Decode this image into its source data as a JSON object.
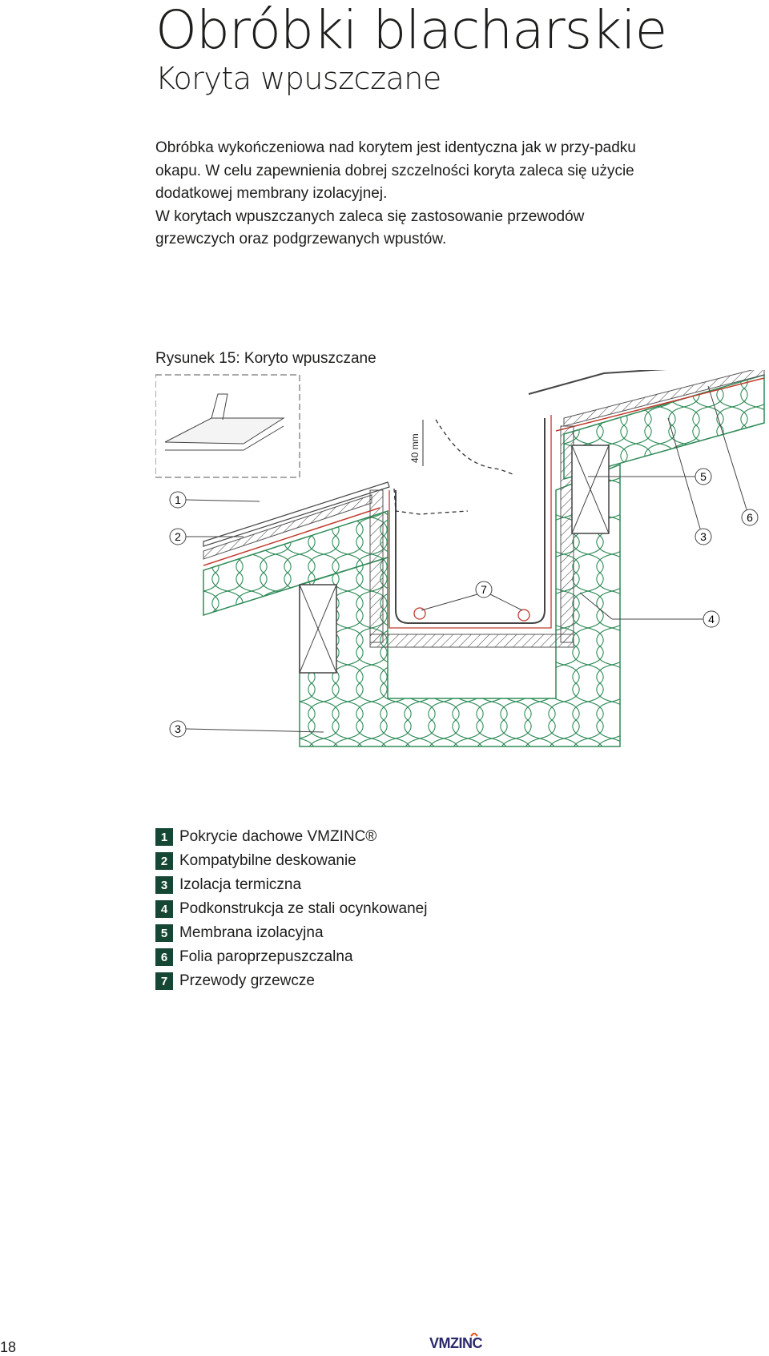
{
  "page": {
    "title": "Obróbki blacharskie",
    "subtitle": "Koryta wpuszczane",
    "paragraphs": [
      "Obróbka wykończeniowa nad korytem jest identyczna jak w przy-padku okapu. W celu zapewnienia dobrej szczelności koryta zaleca się użycie dodatkowej membrany izolacyjnej.",
      "W korytach wpuszczanych zaleca się zastosowanie przewodów grzewczych oraz podgrzewanych wpustów."
    ],
    "figure_caption": "Rysunek 15: Koryto wpuszczane",
    "page_number": "18",
    "logo_text": "VMZINC"
  },
  "diagram": {
    "dimension_label": "40 mm",
    "callouts": [
      "1",
      "2",
      "3",
      "5",
      "6",
      "3",
      "7",
      "4"
    ]
  },
  "legend": [
    {
      "num": "1",
      "text": "Pokrycie dachowe VMZINC®"
    },
    {
      "num": "2",
      "text": "Kompatybilne deskowanie"
    },
    {
      "num": "3",
      "text": "Izolacja termiczna"
    },
    {
      "num": "4",
      "text": "Podkonstrukcja ze stali ocynkowanej"
    },
    {
      "num": "5",
      "text": "Membrana izolacyjna"
    },
    {
      "num": "6",
      "text": "Folia paroprzepuszczalna"
    },
    {
      "num": "7",
      "text": "Przewody grzewcze"
    }
  ],
  "colors": {
    "legend_badge": "#154734",
    "insulation": "#2e8b57",
    "membrane": "#c0392b",
    "logo_accent": "#e94e1b",
    "logo_main": "#2b2a6b"
  }
}
